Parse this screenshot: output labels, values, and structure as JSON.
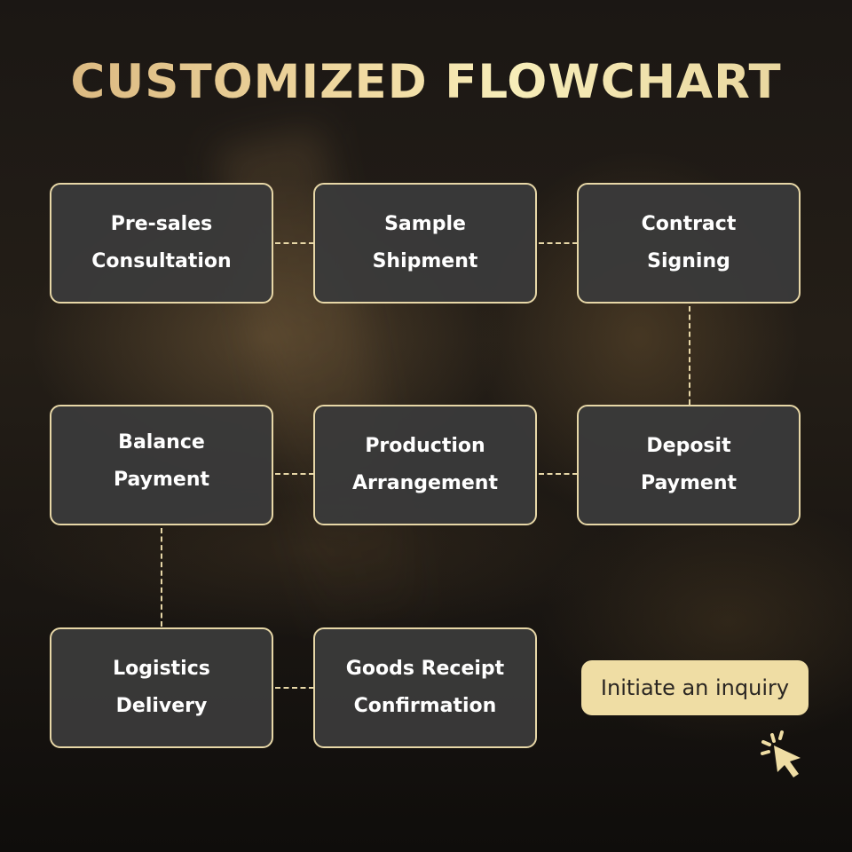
{
  "title": "CUSTOMIZED FLOWCHART",
  "steps": [
    {
      "label": "Pre-sales\nConsultation"
    },
    {
      "label": "Sample\nShipment"
    },
    {
      "label": "Contract\nSigning"
    },
    {
      "label": "Deposit\nPayment"
    },
    {
      "label": "Production\nArrangement"
    },
    {
      "label": "Balance\nPayment"
    },
    {
      "label": "Logistics\nDelivery"
    },
    {
      "label": "Goods Receipt\nConfirmation"
    }
  ],
  "cta": {
    "label": "Initiate an inquiry"
  },
  "icons": {
    "cta_cursor": "pointer-click-icon"
  },
  "colors": {
    "accent": "#e7d7a7",
    "node_fill": "#3a3a3a",
    "cta_fill": "#efdda4"
  }
}
